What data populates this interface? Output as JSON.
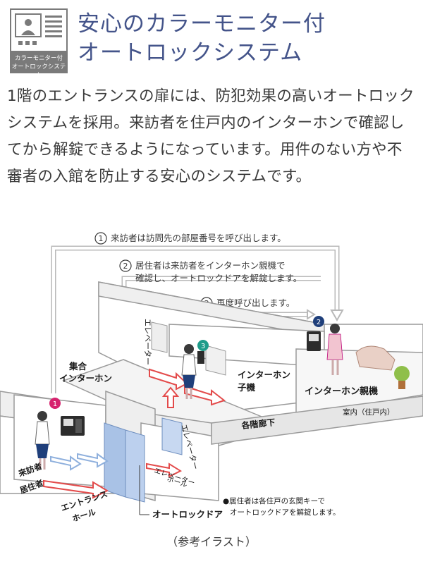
{
  "header": {
    "logo_caption_line1": "カラーモニター付",
    "logo_caption_line2": "オートロックシステム",
    "title_line1": "安心のカラーモニター付",
    "title_line2": "オートロックシステム"
  },
  "intro": {
    "lines": [
      "1階のエントランスの扉には、防犯効果の高いオートロック",
      "システムを採用。来訪者を住戸内のインターホンで確認し",
      "てから解錠できるようになっています。用件のない方や不",
      "審者の入館を防止する安心のシステムです。"
    ]
  },
  "diagram": {
    "step1": {
      "num": "1",
      "text": "来訪者は訪問先の部屋番号を呼び出します。"
    },
    "step2": {
      "num": "2",
      "text_line1": "居住者は来訪者をインターホン親機で",
      "text_line2": "確認し、オートロックドアを解錠します。"
    },
    "step3": {
      "num": "3",
      "text": "再度呼び出します。"
    },
    "labels": {
      "shugo_line1": "集合",
      "shugo_line2": "インターホン",
      "elevator_upper": "エレベーター",
      "elevator_lower": "エレベーター",
      "interphone_child_line1": "インターホン",
      "interphone_child_line2": "子機",
      "interphone_parent": "インターホン親機",
      "room": "室内（住戸内）",
      "corridor": "各階廊下",
      "visitor": "来訪者",
      "resident": "居住者",
      "entrance_line1": "エントランス",
      "entrance_line2": "ホール",
      "elevator_hall_line1": "エレベーター",
      "elevator_hall_line2": "ホール",
      "autolock_door": "オートロックドア",
      "note_line1": "●居住者は各住戸の玄関キーで",
      "note_line2": "オートロックドアを解錠します。"
    },
    "colors": {
      "magenta": "#d6226e",
      "navy": "#1f3f7a",
      "teal": "#1e9c8a",
      "blue_door": "#a9c2e6",
      "red_arrow": "#e34b4b",
      "outline": "#b9b9b9"
    }
  },
  "caption": "（参考イラスト）"
}
